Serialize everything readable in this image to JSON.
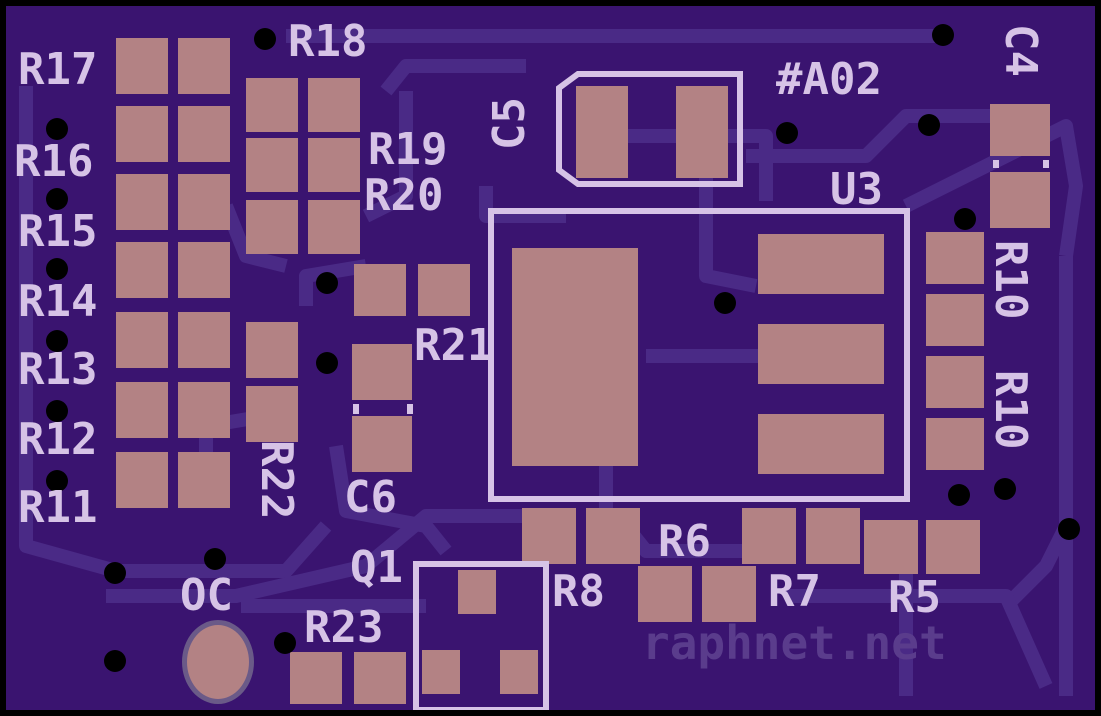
{
  "labels": {
    "r17": "R17",
    "r18": "R18",
    "r16": "R16",
    "r19": "R19",
    "r20": "R20",
    "r15": "R15",
    "r14": "R14",
    "r13": "R13",
    "r12": "R12",
    "r11": "R11",
    "r21": "R21",
    "r22": "R22",
    "c6": "C6",
    "c5": "C5",
    "c4": "C4",
    "revision": "#A02",
    "u3": "U3",
    "r10a": "R10",
    "r10b": "R10",
    "r6": "R6",
    "r8": "R8",
    "r7": "R7",
    "r5": "R5",
    "q1": "Q1",
    "r23": "R23",
    "oc": "OC",
    "url": "raphnet.net"
  },
  "colors": {
    "board": "#3a1470",
    "trace": "#4a2a86",
    "pad": "#b38284",
    "silkscreen": "#d6c3e6",
    "via": "#000000"
  }
}
